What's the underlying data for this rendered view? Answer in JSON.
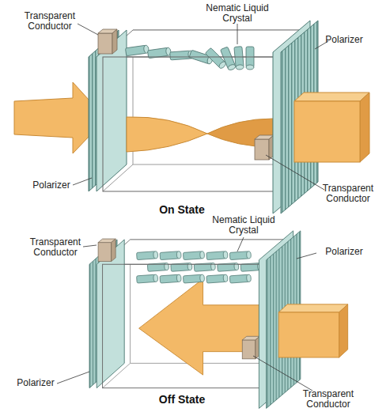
{
  "diagram": {
    "labels": [
      "Transparent Conductor",
      "Nematic Liquid Crystal",
      "Polarizer",
      "Polarizer",
      "Transparent Conductor",
      "On State",
      "Nematic Liquid Crystal",
      "Transparent Conductor",
      "Polarizer",
      "Polarizer",
      "Transparent Conductor",
      "Off State"
    ]
  }
}
